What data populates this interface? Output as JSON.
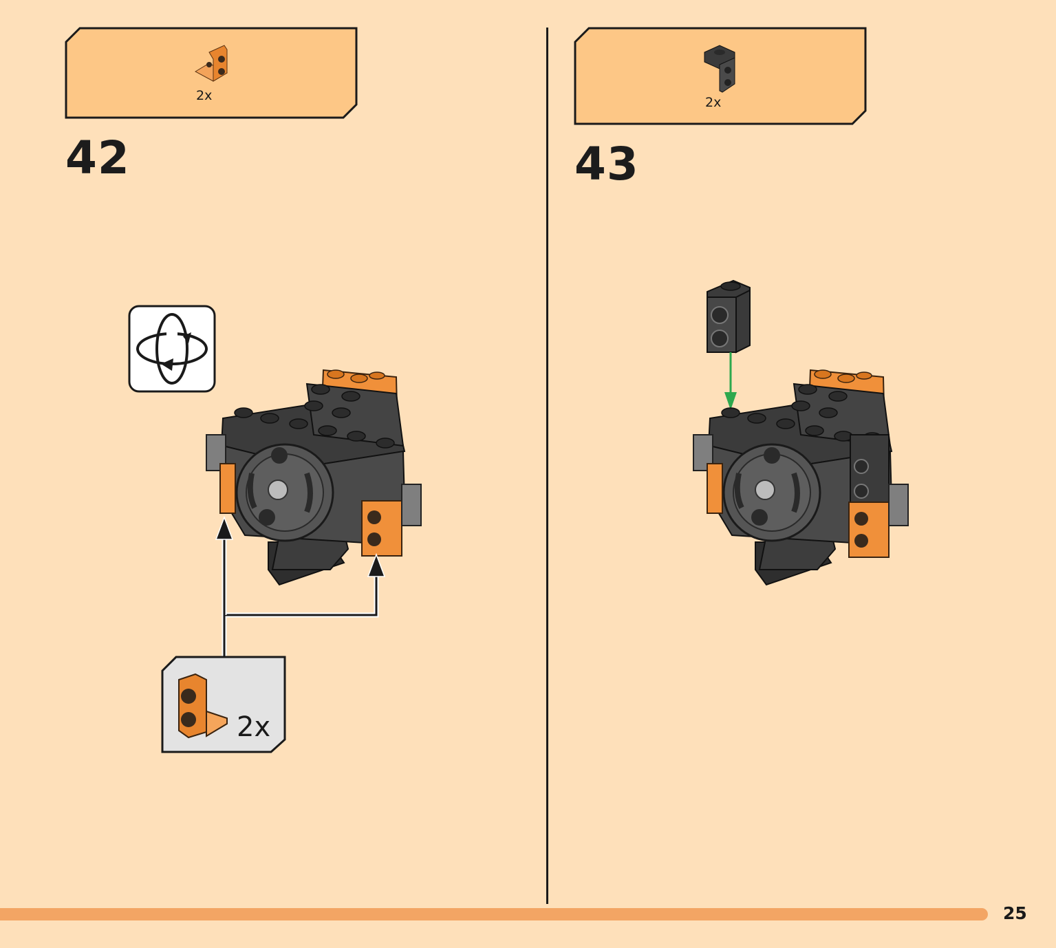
{
  "steps": [
    {
      "number": "42",
      "parts": [
        {
          "qty": "2x",
          "piece": "orange-bracket-1x2-2x2-icon"
        }
      ],
      "callout": {
        "qty": "2x",
        "piece": "orange-bracket-1x2-2x2-icon"
      },
      "indicator": "rotate-model-icon"
    },
    {
      "number": "43",
      "parts": [
        {
          "qty": "2x",
          "piece": "black-bracket-1x1-1x2-icon"
        }
      ]
    }
  ],
  "page": {
    "number": "25",
    "progress_color": "#f3a564"
  },
  "colors": {
    "background": "#fee0ba",
    "parts_box": "#fdc786",
    "callout_box": "#e3e3e3",
    "orange": "#f0903a",
    "black_brick": "#3b3b3b",
    "insert_arrow": "#2ea84e"
  }
}
